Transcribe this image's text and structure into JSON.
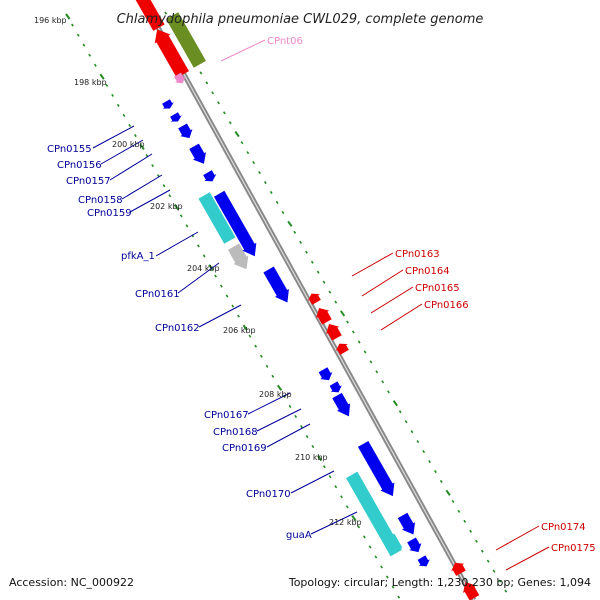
{
  "title": "Chlamydophila pneumoniae CWL029, complete genome",
  "footer": {
    "accession": "Accession: NC_000922",
    "topology": "Topology: circular; Length: 1,230,230 bp; Genes: 1,094"
  },
  "colors": {
    "forward_gene": "#0000ee",
    "reverse_gene": "#ee0000",
    "rna_gene": "#33cccc",
    "pseudo_gene": "#bbbbbb",
    "rrna_gene": "#6b8e23",
    "trna_gene": "#ee88cc",
    "backbone": "#888888",
    "ticks": "#228b22",
    "forward_label": "#000099",
    "reverse_label": "#cc0000",
    "trna_label": "#ee88cc"
  },
  "kbp_ticks": [
    "196 kbp",
    "198 kbp",
    "200 kbp",
    "202 kbp",
    "204 kbp",
    "206 kbp",
    "208 kbp",
    "210 kbp",
    "212 kbp"
  ],
  "gene_labels": {
    "forward": [
      "CPn0155",
      "CPn0156",
      "CPn0157",
      "CPn0158",
      "CPn0159",
      "pfkA_1",
      "CPn0161",
      "CPn0162",
      "CPn0167",
      "CPn0168",
      "CPn0169",
      "CPn0170",
      "guaA"
    ],
    "reverse": [
      "CPn0163",
      "CPn0164",
      "CPn0165",
      "CPn0166",
      "CPn0174",
      "CPn0175"
    ],
    "trna": [
      "CPnt06"
    ]
  }
}
